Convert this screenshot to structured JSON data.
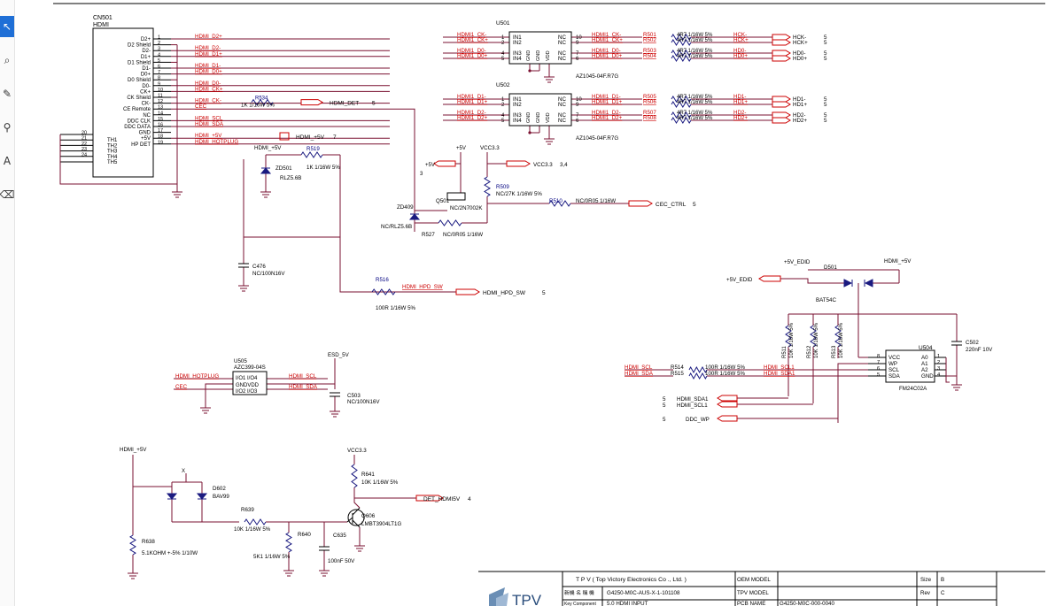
{
  "toolbar": {
    "tools": [
      {
        "name": "select-tool",
        "glyph": "↖"
      },
      {
        "name": "zoom-tool",
        "glyph": "⌕"
      },
      {
        "name": "pen-tool",
        "glyph": "✎"
      },
      {
        "name": "probe-tool",
        "glyph": "⚲"
      },
      {
        "name": "text-tool",
        "glyph": "A"
      },
      {
        "name": "erase-tool",
        "glyph": "⌫"
      }
    ]
  },
  "cn501": {
    "ref": "CN501",
    "value": "HDMI",
    "pins": [
      {
        "n": "1",
        "name": "D2+",
        "net": "HDMI_D2+"
      },
      {
        "n": "2",
        "name": "D2 Shield",
        "net": ""
      },
      {
        "n": "3",
        "name": "D2-",
        "net": "HDMI_D2-"
      },
      {
        "n": "4",
        "name": "D1+",
        "net": "HDMI_D1+"
      },
      {
        "n": "5",
        "name": "D1 Shield",
        "net": ""
      },
      {
        "n": "6",
        "name": "D1-",
        "net": "HDMI_D1-"
      },
      {
        "n": "7",
        "name": "D0+",
        "net": "HDMI_D0+"
      },
      {
        "n": "8",
        "name": "D0 Shield",
        "net": ""
      },
      {
        "n": "9",
        "name": "D0-",
        "net": "HDMI_D0-"
      },
      {
        "n": "10",
        "name": "CK+",
        "net": "HDMI_CK+"
      },
      {
        "n": "11",
        "name": "CK Shield",
        "net": ""
      },
      {
        "n": "12",
        "name": "CK-",
        "net": "HDMI_CK-"
      },
      {
        "n": "13",
        "name": "CE Remote",
        "net": "CEC"
      },
      {
        "n": "14",
        "name": "NC",
        "net": ""
      },
      {
        "n": "15",
        "name": "DDC CLK",
        "net": "HDMI_SCL"
      },
      {
        "n": "16",
        "name": "DDC DATA",
        "net": "HDMI_SDA"
      },
      {
        "n": "17",
        "name": "GND",
        "net": ""
      },
      {
        "n": "18",
        "name": "+5V",
        "net": "HDMI_+5V"
      },
      {
        "n": "19",
        "name": "HP DET",
        "net": "HDMI_HOTPLUG"
      }
    ],
    "th": [
      {
        "n": "20",
        "name": ""
      },
      {
        "n": "21",
        "name": "TH1"
      },
      {
        "n": "22",
        "name": "TH2"
      },
      {
        "n": "23",
        "name": "TH3"
      },
      {
        "n": "24",
        "name": "TH4"
      },
      {
        "n": "",
        "name": "TH5"
      }
    ]
  },
  "u501": {
    "ref": "U501",
    "part": "AZ1045-04F.R7G",
    "left": [
      {
        "n": "1",
        "pin": "IN1",
        "net": "HDMI1_CK-"
      },
      {
        "n": "2",
        "pin": "IN2",
        "net": "HDMI1_CK+"
      },
      {
        "n": "4",
        "pin": "IN3",
        "net": "HDMI1_D0-"
      },
      {
        "n": "5",
        "pin": "IN4",
        "net": "HDMI1_D0+"
      }
    ],
    "right": [
      {
        "n": "10",
        "pin": "NC",
        "net": "HDMI1_CK-",
        "res": "R501",
        "rval": "4R7 1/16W 5%",
        "out": "HCK-"
      },
      {
        "n": "9",
        "pin": "NC",
        "net": "HDMI1_CK+",
        "res": "R502",
        "rval": "4R7 1/16W 5%",
        "out": "HCK+"
      },
      {
        "n": "7",
        "pin": "NC",
        "net": "HDMI1_D0-",
        "res": "R503",
        "rval": "4R7 1/16W 5%",
        "out": "HD0-"
      },
      {
        "n": "6",
        "pin": "NC",
        "net": "HDMI1_D0+",
        "res": "R504",
        "rval": "4R7 1/16W 5%",
        "out": "HD0+"
      }
    ],
    "bottom": [
      "GND",
      "GND",
      "VDD"
    ]
  },
  "u502": {
    "ref": "U502",
    "part": "AZ1045-04F.R7G",
    "left": [
      {
        "n": "1",
        "pin": "IN1",
        "net": "HDMI1_D1-"
      },
      {
        "n": "2",
        "pin": "IN2",
        "net": "HDMI1_D1+"
      },
      {
        "n": "4",
        "pin": "IN3",
        "net": "HDMI1_D2-"
      },
      {
        "n": "5",
        "pin": "IN4",
        "net": "HDMI1_D2+"
      }
    ],
    "right": [
      {
        "n": "10",
        "pin": "NC",
        "net": "HDMI1_D1-",
        "res": "R505",
        "rval": "4R7 1/16W 5%",
        "out": "HD1-"
      },
      {
        "n": "9",
        "pin": "NC",
        "net": "HDMI1_D1+",
        "res": "R506",
        "rval": "4R7 1/16W 5%",
        "out": "HD1+"
      },
      {
        "n": "7",
        "pin": "NC",
        "net": "HDMI1_D2-",
        "res": "R507",
        "rval": "4R7 1/16W 5%",
        "out": "HD2-"
      },
      {
        "n": "6",
        "pin": "NC",
        "net": "HDMI1_D2+",
        "res": "R508",
        "rval": "4R7 1/16W 5%",
        "out": "HD2+"
      }
    ],
    "bottom": [
      "GND",
      "GND",
      "VDD"
    ]
  },
  "sheet_ref": "5",
  "labels": {
    "hdmi_det": "HDMI_DET",
    "r534": "R534",
    "r534_val": "1K 1/16W 5%",
    "hdmi_5v": "HDMI_+5V",
    "hdmi_5v_b": "HDMI_+5V",
    "sheet7": "7",
    "r519": "R519",
    "r519_val": "1K 1/16W 5%",
    "zd501": "ZD501",
    "rlz56b": "RLZ5.6B",
    "c476": "C476",
    "c476_val": "NC/100N16V",
    "r516": "R516",
    "hdmi_hpd_sw": "HDMI_HPD_SW",
    "r516_val": "100R 1/16W 5%",
    "v5": "+5V",
    "v5b": "+5V",
    "vcc33": "VCC3.3",
    "vcc33_b": "VCC3.3",
    "ref34": "3,4",
    "ref3": "3",
    "r509": "R509",
    "r509_val": "NC/27K 1/16W 5%",
    "q501": "Q501",
    "q501_val": "NC/2N7002K",
    "r510": "R510",
    "r510_val": "NC/0R05 1/16W",
    "cec_ctrl": "CEC_CTRL",
    "zd409": "ZD409",
    "ncrlz": "NC/RLZ5.6B",
    "r527": "R527",
    "r527_val": "NC/0R05 1/16W",
    "esd5v": "ESD_5V",
    "u505": "U505",
    "u505_part": "AZC399-04S",
    "u505_p1": "I/O1 I/O4",
    "u505_p2": "GNDVDD",
    "u505_p3": "I/O2 I/O3",
    "c503": "C503",
    "c503_val": "NC/100N16V",
    "v5edid": "+5V_EDID",
    "v5edid_b": "+5V_EDID",
    "d501": "D501",
    "bat54c": "BAT54C",
    "r511": "R511",
    "r511_val": "10K 1/16W 5%",
    "r512": "R512",
    "r512_val": "10K 1/16W 5%",
    "r513": "R513",
    "r513_val": "10K 1/16W 5%",
    "u504": "U504",
    "u504_part": "FM24C02A",
    "u504_left": [
      "VCC",
      "WP",
      "SCL",
      "SDA"
    ],
    "u504_right": [
      "A0",
      "A1",
      "A2",
      "GND"
    ],
    "u504_ln": [
      "8",
      "7",
      "6",
      "5"
    ],
    "u504_rn": [
      "1",
      "2",
      "3",
      "4"
    ],
    "c502": "C502",
    "c502_val": "220nF 10V",
    "r514": "R514",
    "r514_val": "100R 1/16W 5%",
    "r515": "R515",
    "r515_val": "100R 1/16W 5%",
    "hdmi_scl": "HDMI_SCL",
    "hdmi_sda": "HDMI_SDA",
    "hdmi_scl1": "HDMI_SCL1",
    "hdmi_sda1": "HDMI_SDA1",
    "ddc_wp": "DDC_WP",
    "hotplug": "HDMI_HOTPLUG",
    "cec": "CEC",
    "d602": "D602",
    "bav99": "BAV99",
    "r639": "R639",
    "r639_val": "10K 1/16W 5%",
    "r638": "R638",
    "r638_val": "5.1KOHM +-5% 1/10W",
    "r640": "R640",
    "r640_val": "5K1 1/16W 5%",
    "c635": "C635",
    "c635_val": "100nF 50V",
    "r641": "R641",
    "r641_val": "10K 1/16W 5%",
    "q606": "Q606",
    "q606_val": "LMBT3904LT1G",
    "det_hdmi5v": "DET_HDMI5V",
    "ref4": "4",
    "x": "X"
  },
  "title_block": {
    "company": "T P V  ( Top  Victory  Electronics  Co .,  Ltd. )",
    "oem_model": "OEM MODEL",
    "tpv_model": "TPV MODEL",
    "pcb_name": "PCB NAME",
    "title_lbl": "新機 名 稱 機",
    "drawing": "G4250-M0C-AUS-X-1-101108",
    "key_component": "Key Component",
    "sheet_title": "5.0 HDMI INPUT",
    "pcb_value": "G4250-M0C-000-0040",
    "size_lbl": "Size",
    "size": "B",
    "rev_lbl": "Rev",
    "rev": "C",
    "logo": "TPV"
  }
}
